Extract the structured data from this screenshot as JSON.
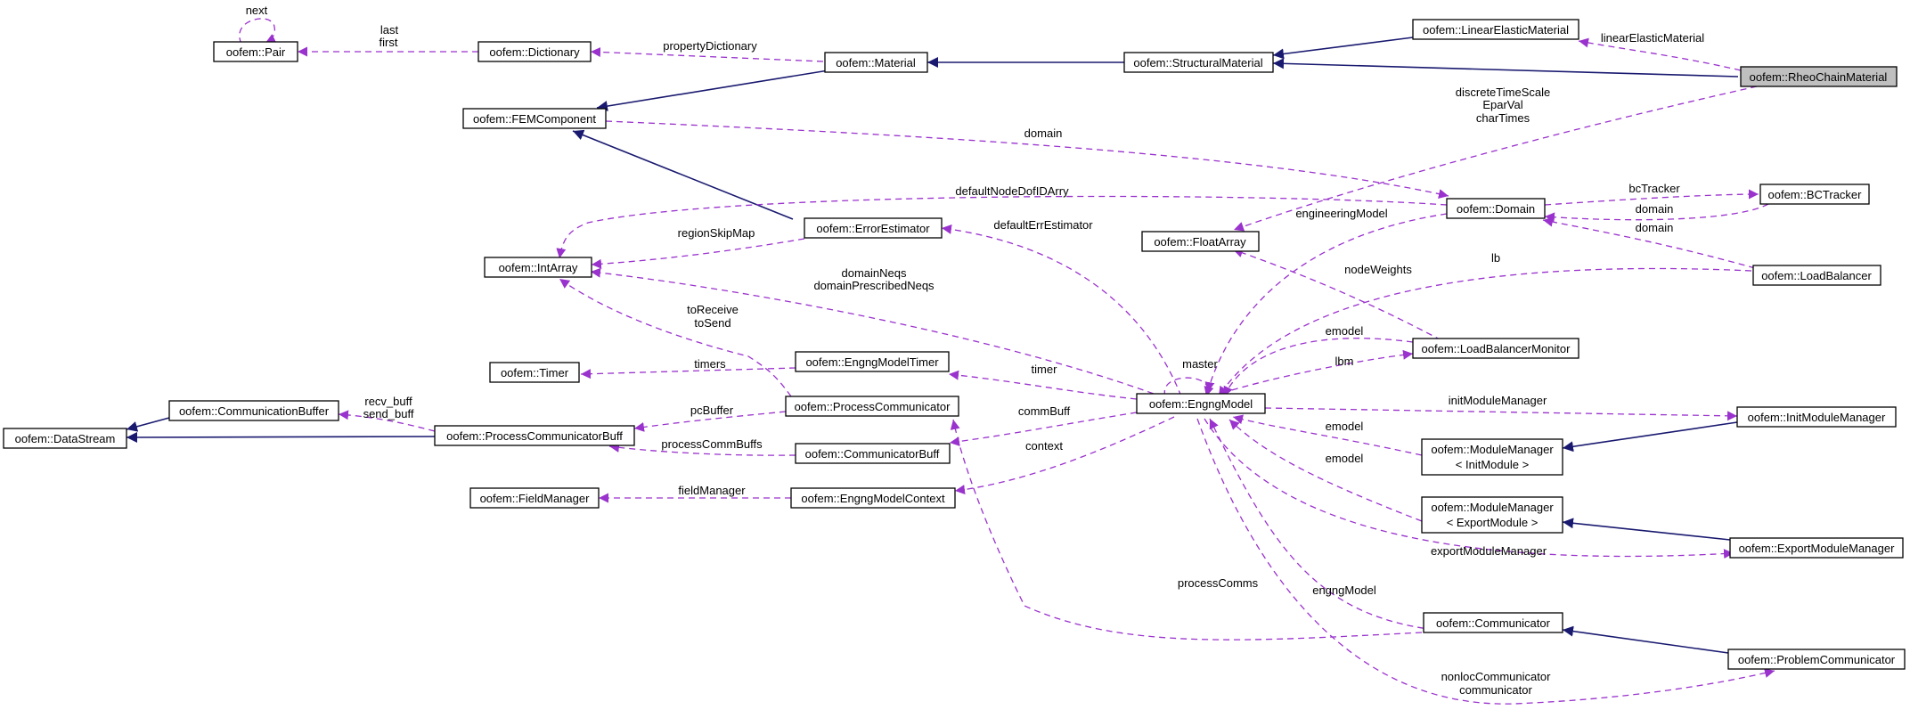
{
  "colors": {
    "inheritance": "#191970",
    "usage": "#9a32cd",
    "focus_fill": "#bfbfbf"
  },
  "nodes": {
    "pair": "oofem::Pair",
    "dictionary": "oofem::Dictionary",
    "material": "oofem::Material",
    "structural_material": "oofem::StructuralMaterial",
    "linear_elastic_material": "oofem::LinearElasticMaterial",
    "rheo_chain_material": "oofem::RheoChainMaterial",
    "fem_component": "oofem::FEMComponent",
    "domain": "oofem::Domain",
    "bc_tracker": "oofem::BCTracker",
    "float_array": "oofem::FloatArray",
    "error_estimator": "oofem::ErrorEstimator",
    "int_array": "oofem::IntArray",
    "load_balancer": "oofem::LoadBalancer",
    "timer": "oofem::Timer",
    "engng_model_timer": "oofem::EngngModelTimer",
    "load_balancer_monitor": "oofem::LoadBalancerMonitor",
    "communication_buffer": "oofem::CommunicationBuffer",
    "process_communicator": "oofem::ProcessCommunicator",
    "engng_model": "oofem::EngngModel",
    "init_module_manager": "oofem::InitModuleManager",
    "data_stream": "oofem::DataStream",
    "process_communicator_buff": "oofem::ProcessCommunicatorBuff",
    "communicator_buff": "oofem::CommunicatorBuff",
    "module_manager_init_1": "oofem::ModuleManager",
    "module_manager_init_2": "< InitModule >",
    "field_manager": "oofem::FieldManager",
    "engng_model_context": "oofem::EngngModelContext",
    "module_manager_export_1": "oofem::ModuleManager",
    "module_manager_export_2": "< ExportModule >",
    "export_module_manager": "oofem::ExportModuleManager",
    "communicator": "oofem::Communicator",
    "problem_communicator": "oofem::ProblemCommunicator"
  },
  "edge_labels": {
    "next": "next",
    "last": "last",
    "first": "first",
    "property_dictionary": "propertyDictionary",
    "linear_elastic_material": "linearElasticMaterial",
    "discrete_time_scale": "discreteTimeScale",
    "epar_val": "EparVal",
    "char_times": "charTimes",
    "domain_fem": "domain",
    "default_node_dof_id_arry": "defaultNodeDofIDArry",
    "bc_tracker": "bcTracker",
    "domain_bc": "domain",
    "domain_lb": "domain",
    "region_skip_map": "regionSkipMap",
    "default_err_estimator": "defaultErrEstimator",
    "engineering_model": "engineeringModel",
    "lb": "lb",
    "node_weights": "nodeWeights",
    "domain_neqs": "domainNeqs",
    "domain_prescribed_neqs": "domainPrescribedNeqs",
    "to_receive": "toReceive",
    "to_send": "toSend",
    "emodel_lbm": "emodel",
    "lbm": "lbm",
    "master": "master",
    "timers": "timers",
    "timer": "timer",
    "recv_buff": "recv_buff",
    "send_buff": "send_buff",
    "pc_buffer": "pcBuffer",
    "comm_buff": "commBuff",
    "init_module_manager": "initModuleManager",
    "process_comm_buffs": "processCommBuffs",
    "emodel_init": "emodel",
    "context": "context",
    "emodel_export": "emodel",
    "field_manager": "fieldManager",
    "export_module_manager": "exportModuleManager",
    "process_comms": "processComms",
    "engng_model": "engngModel",
    "nonloc_communicator": "nonlocCommunicator",
    "communicator": "communicator"
  }
}
